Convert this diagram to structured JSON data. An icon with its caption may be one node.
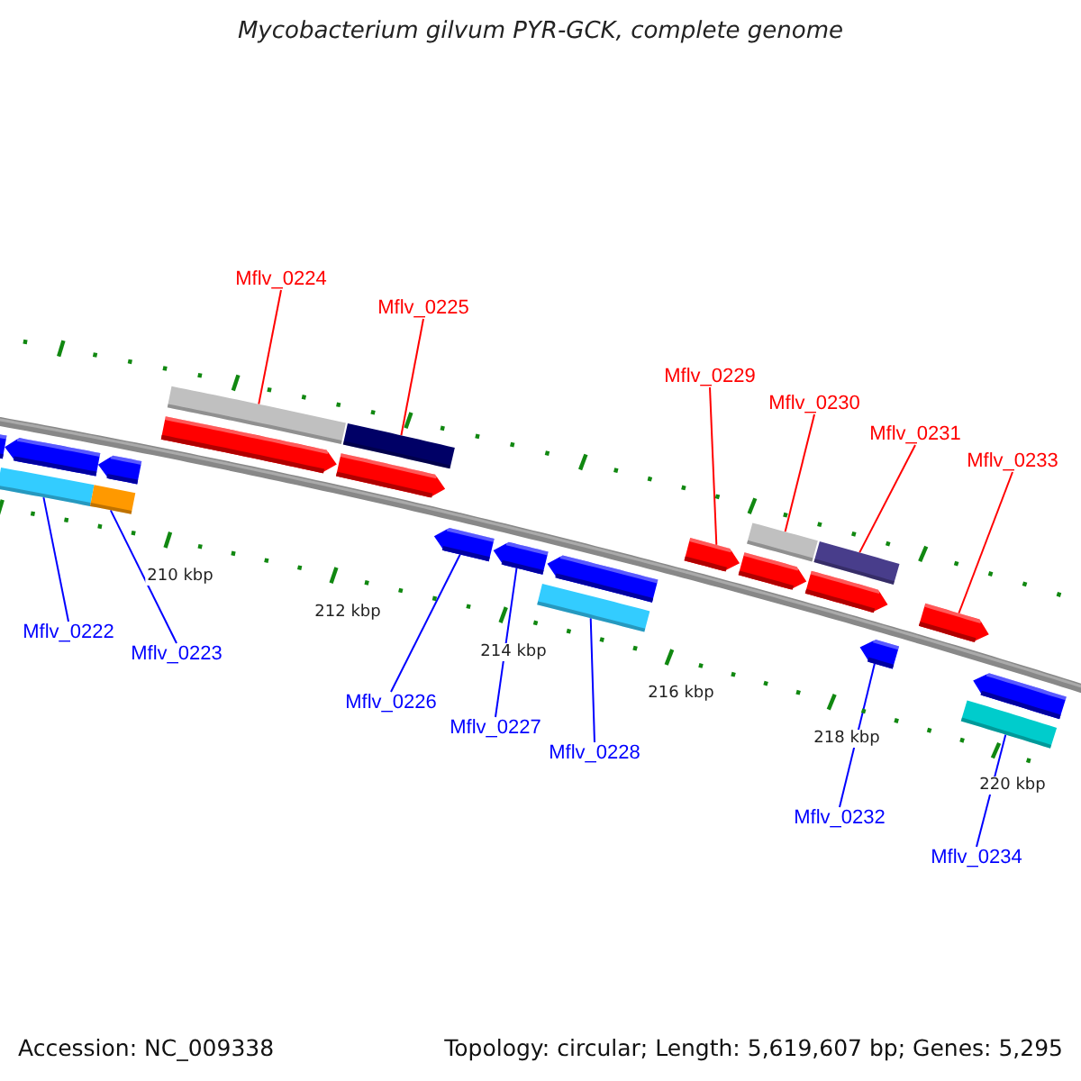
{
  "diagram": {
    "title": "Mycobacterium gilvum PYR-GCK, complete genome",
    "nodes": [
      {
        "text": [
          "Mflv_0224"
        ]
      },
      {
        "text": [
          "Mflv_0225"
        ]
      },
      {
        "text": [
          "Mflv_0229"
        ]
      },
      {
        "text": [
          "Mflv_0230"
        ]
      },
      {
        "text": [
          "Mflv_0231"
        ]
      },
      {
        "text": [
          "Mflv_0233"
        ]
      },
      {
        "text": [
          "Mflv_0222"
        ]
      },
      {
        "text": [
          "Mflv_0223"
        ]
      },
      {
        "text": [
          "Mflv_0226"
        ]
      },
      {
        "text": [
          "Mflv_0227"
        ]
      },
      {
        "text": [
          "Mflv_0228"
        ]
      },
      {
        "text": [
          "Mflv_0232"
        ]
      },
      {
        "text": [
          "Mflv_0234"
        ]
      },
      {
        "text": [],
        "shape": "bar"
      },
      {
        "text": [],
        "shape": "bar"
      },
      {
        "text": [],
        "shape": "bar"
      },
      {
        "text": [],
        "shape": "bar"
      },
      {
        "text": [],
        "shape": "bar"
      },
      {
        "text": [],
        "shape": "bar"
      },
      {
        "text": [],
        "shape": "bar"
      },
      {
        "text": [],
        "shape": "bar"
      },
      {
        "text": [],
        "shape": "bar"
      },
      {
        "text": [],
        "shape": "bar"
      },
      {
        "text": [],
        "shape": "bar"
      },
      {
        "text": [],
        "shape": "bar"
      },
      {
        "text": [],
        "shape": "bar"
      },
      {
        "text": [],
        "shape": "bar"
      }
    ],
    "edges": [
      {
        "from": 0,
        "to": 16,
        "arrow": "none",
        "color": "#ff0000"
      },
      {
        "from": 1,
        "to": 17,
        "arrow": "none",
        "color": "#ff0000"
      },
      {
        "from": 2,
        "to": 21,
        "arrow": "none",
        "color": "#ff0000"
      },
      {
        "from": 3,
        "to": 22,
        "arrow": "none",
        "color": "#ff0000"
      },
      {
        "from": 4,
        "to": 23,
        "arrow": "none",
        "color": "#ff0000"
      },
      {
        "from": 5,
        "to": 25,
        "arrow": "none",
        "color": "#ff0000"
      },
      {
        "from": 6,
        "to": 14,
        "arrow": "none",
        "color": "#0000ff"
      },
      {
        "from": 7,
        "to": 15,
        "arrow": "none",
        "color": "#0000ff"
      },
      {
        "from": 8,
        "to": 18,
        "arrow": "none",
        "color": "#0000ff"
      },
      {
        "from": 9,
        "to": 19,
        "arrow": "none",
        "color": "#0000ff"
      },
      {
        "from": 10,
        "to": 20,
        "arrow": "none",
        "color": "#0000ff"
      },
      {
        "from": 11,
        "to": 24,
        "arrow": "none",
        "color": "#0000ff"
      },
      {
        "from": 12,
        "to": 26,
        "arrow": "none",
        "color": "#0000ff"
      }
    ],
    "labels": [
      "210 kbp",
      "212 kbp",
      "214 kbp",
      "216 kbp",
      "218 kbp",
      "220 kbp",
      "Accession: NC_009338",
      "Topology: circular; Length: 5,619,607 bp; Genes: 5,295"
    ]
  }
}
